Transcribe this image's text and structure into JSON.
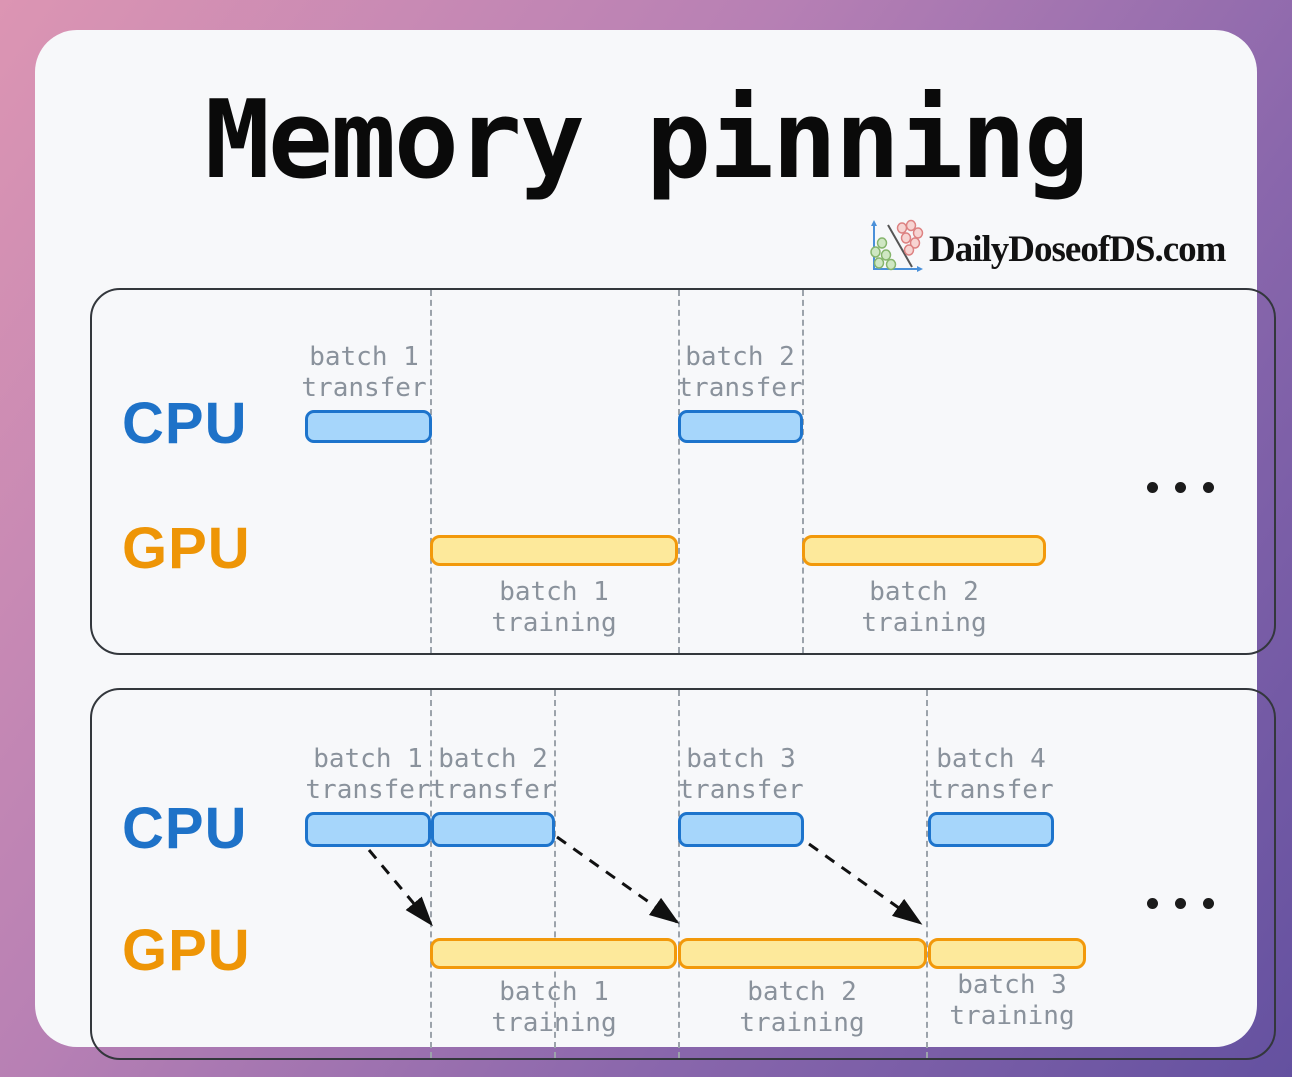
{
  "title": "Memory pinning",
  "brand": "DailyDoseofDS.com",
  "colors": {
    "cpu_label": "#1e72c8",
    "gpu_label": "#ee9506",
    "transfer_bar_fill": "#a6d6fb",
    "transfer_bar_border": "#1d74cc",
    "training_bar_fill": "#fde99b",
    "training_bar_border": "#f2990b",
    "background_gradient_start": "#dc95b3",
    "background_gradient_end": "#6451a0"
  },
  "panels": [
    {
      "rows": [
        {
          "label": "CPU"
        },
        {
          "label": "GPU"
        }
      ],
      "transfers": [
        {
          "line1": "batch 1",
          "line2": "transfer"
        },
        {
          "line1": "batch 2",
          "line2": "transfer"
        }
      ],
      "trainings": [
        {
          "line1": "batch 1",
          "line2": "training"
        },
        {
          "line1": "batch 2",
          "line2": "training"
        }
      ],
      "ellipsis": "..."
    },
    {
      "rows": [
        {
          "label": "CPU"
        },
        {
          "label": "GPU"
        }
      ],
      "transfers": [
        {
          "line1": "batch 1",
          "line2": "transfer"
        },
        {
          "line1": "batch 2",
          "line2": "transfer"
        },
        {
          "line1": "batch 3",
          "line2": "transfer"
        },
        {
          "line1": "batch 4",
          "line2": "transfer"
        }
      ],
      "trainings": [
        {
          "line1": "batch 1",
          "line2": "training"
        },
        {
          "line1": "batch 2",
          "line2": "training"
        },
        {
          "line1": "batch 3",
          "line2": "training"
        }
      ],
      "ellipsis": "..."
    }
  ]
}
